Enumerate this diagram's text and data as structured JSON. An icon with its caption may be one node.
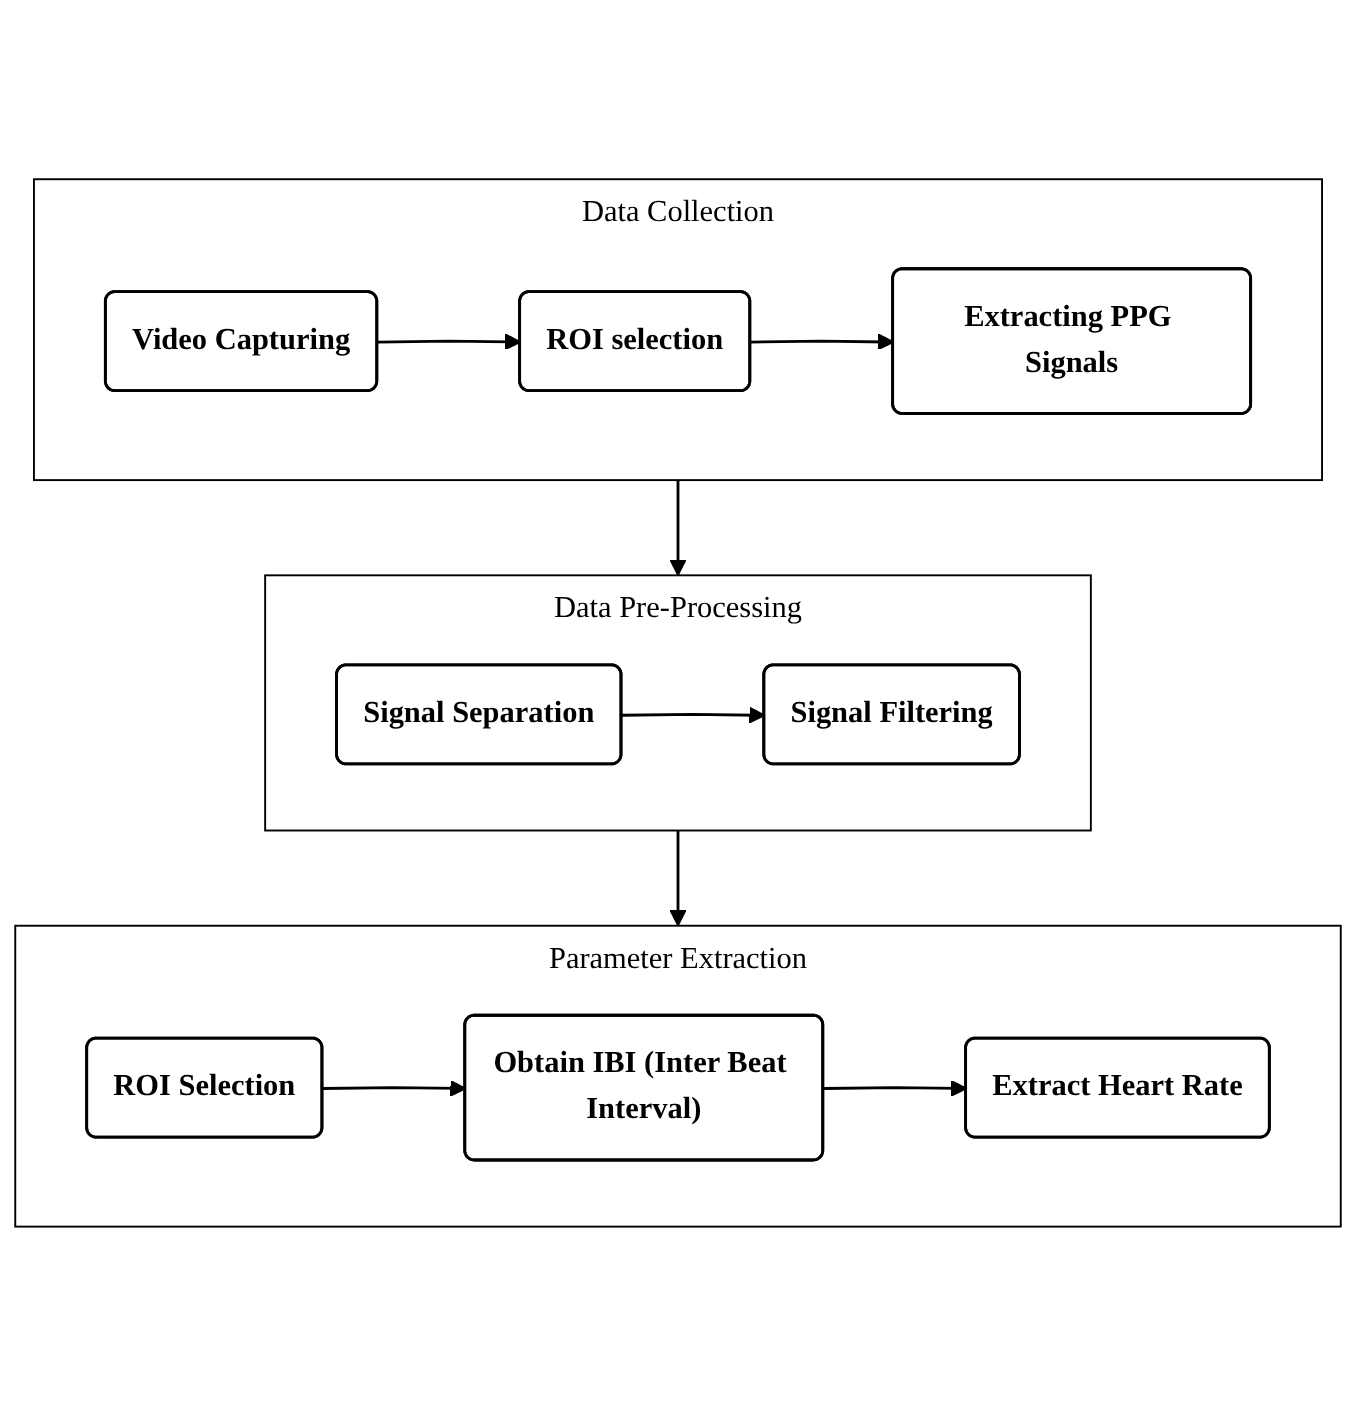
{
  "diagram": {
    "nodes": [
      {
        "text": [
          "Data Collection"
        ]
      },
      {
        "text": [
          "Video Capturing"
        ],
        "in": 0
      },
      {
        "text": [
          "ROI selection"
        ],
        "in": 0
      },
      {
        "text": [
          "Extracting PPG Signals"
        ],
        "in": 0
      },
      {
        "text": [
          "Data Pre-Processing"
        ]
      },
      {
        "text": [
          "Signal Separation"
        ],
        "in": 4
      },
      {
        "text": [
          "Signal Filtering"
        ],
        "in": 4
      },
      {
        "text": [
          "Parameter Extraction"
        ]
      },
      {
        "text": [
          "ROI Selection"
        ],
        "in": 7
      },
      {
        "text": [
          "Obtain IBI (Inter Beat Interval)"
        ],
        "in": 7
      },
      {
        "text": [
          "Extract Heart Rate"
        ],
        "in": 7
      }
    ],
    "edges": [
      {
        "from": 1,
        "to": 2,
        "arrow": "to"
      },
      {
        "from": 2,
        "to": 3,
        "arrow": "to"
      },
      {
        "from": 0,
        "to": 4,
        "arrow": "to"
      },
      {
        "from": 5,
        "to": 6,
        "arrow": "to"
      },
      {
        "from": 4,
        "to": 7,
        "arrow": "to"
      },
      {
        "from": 8,
        "to": 9,
        "arrow": "to"
      },
      {
        "from": 9,
        "to": 10,
        "arrow": "to"
      }
    ]
  }
}
